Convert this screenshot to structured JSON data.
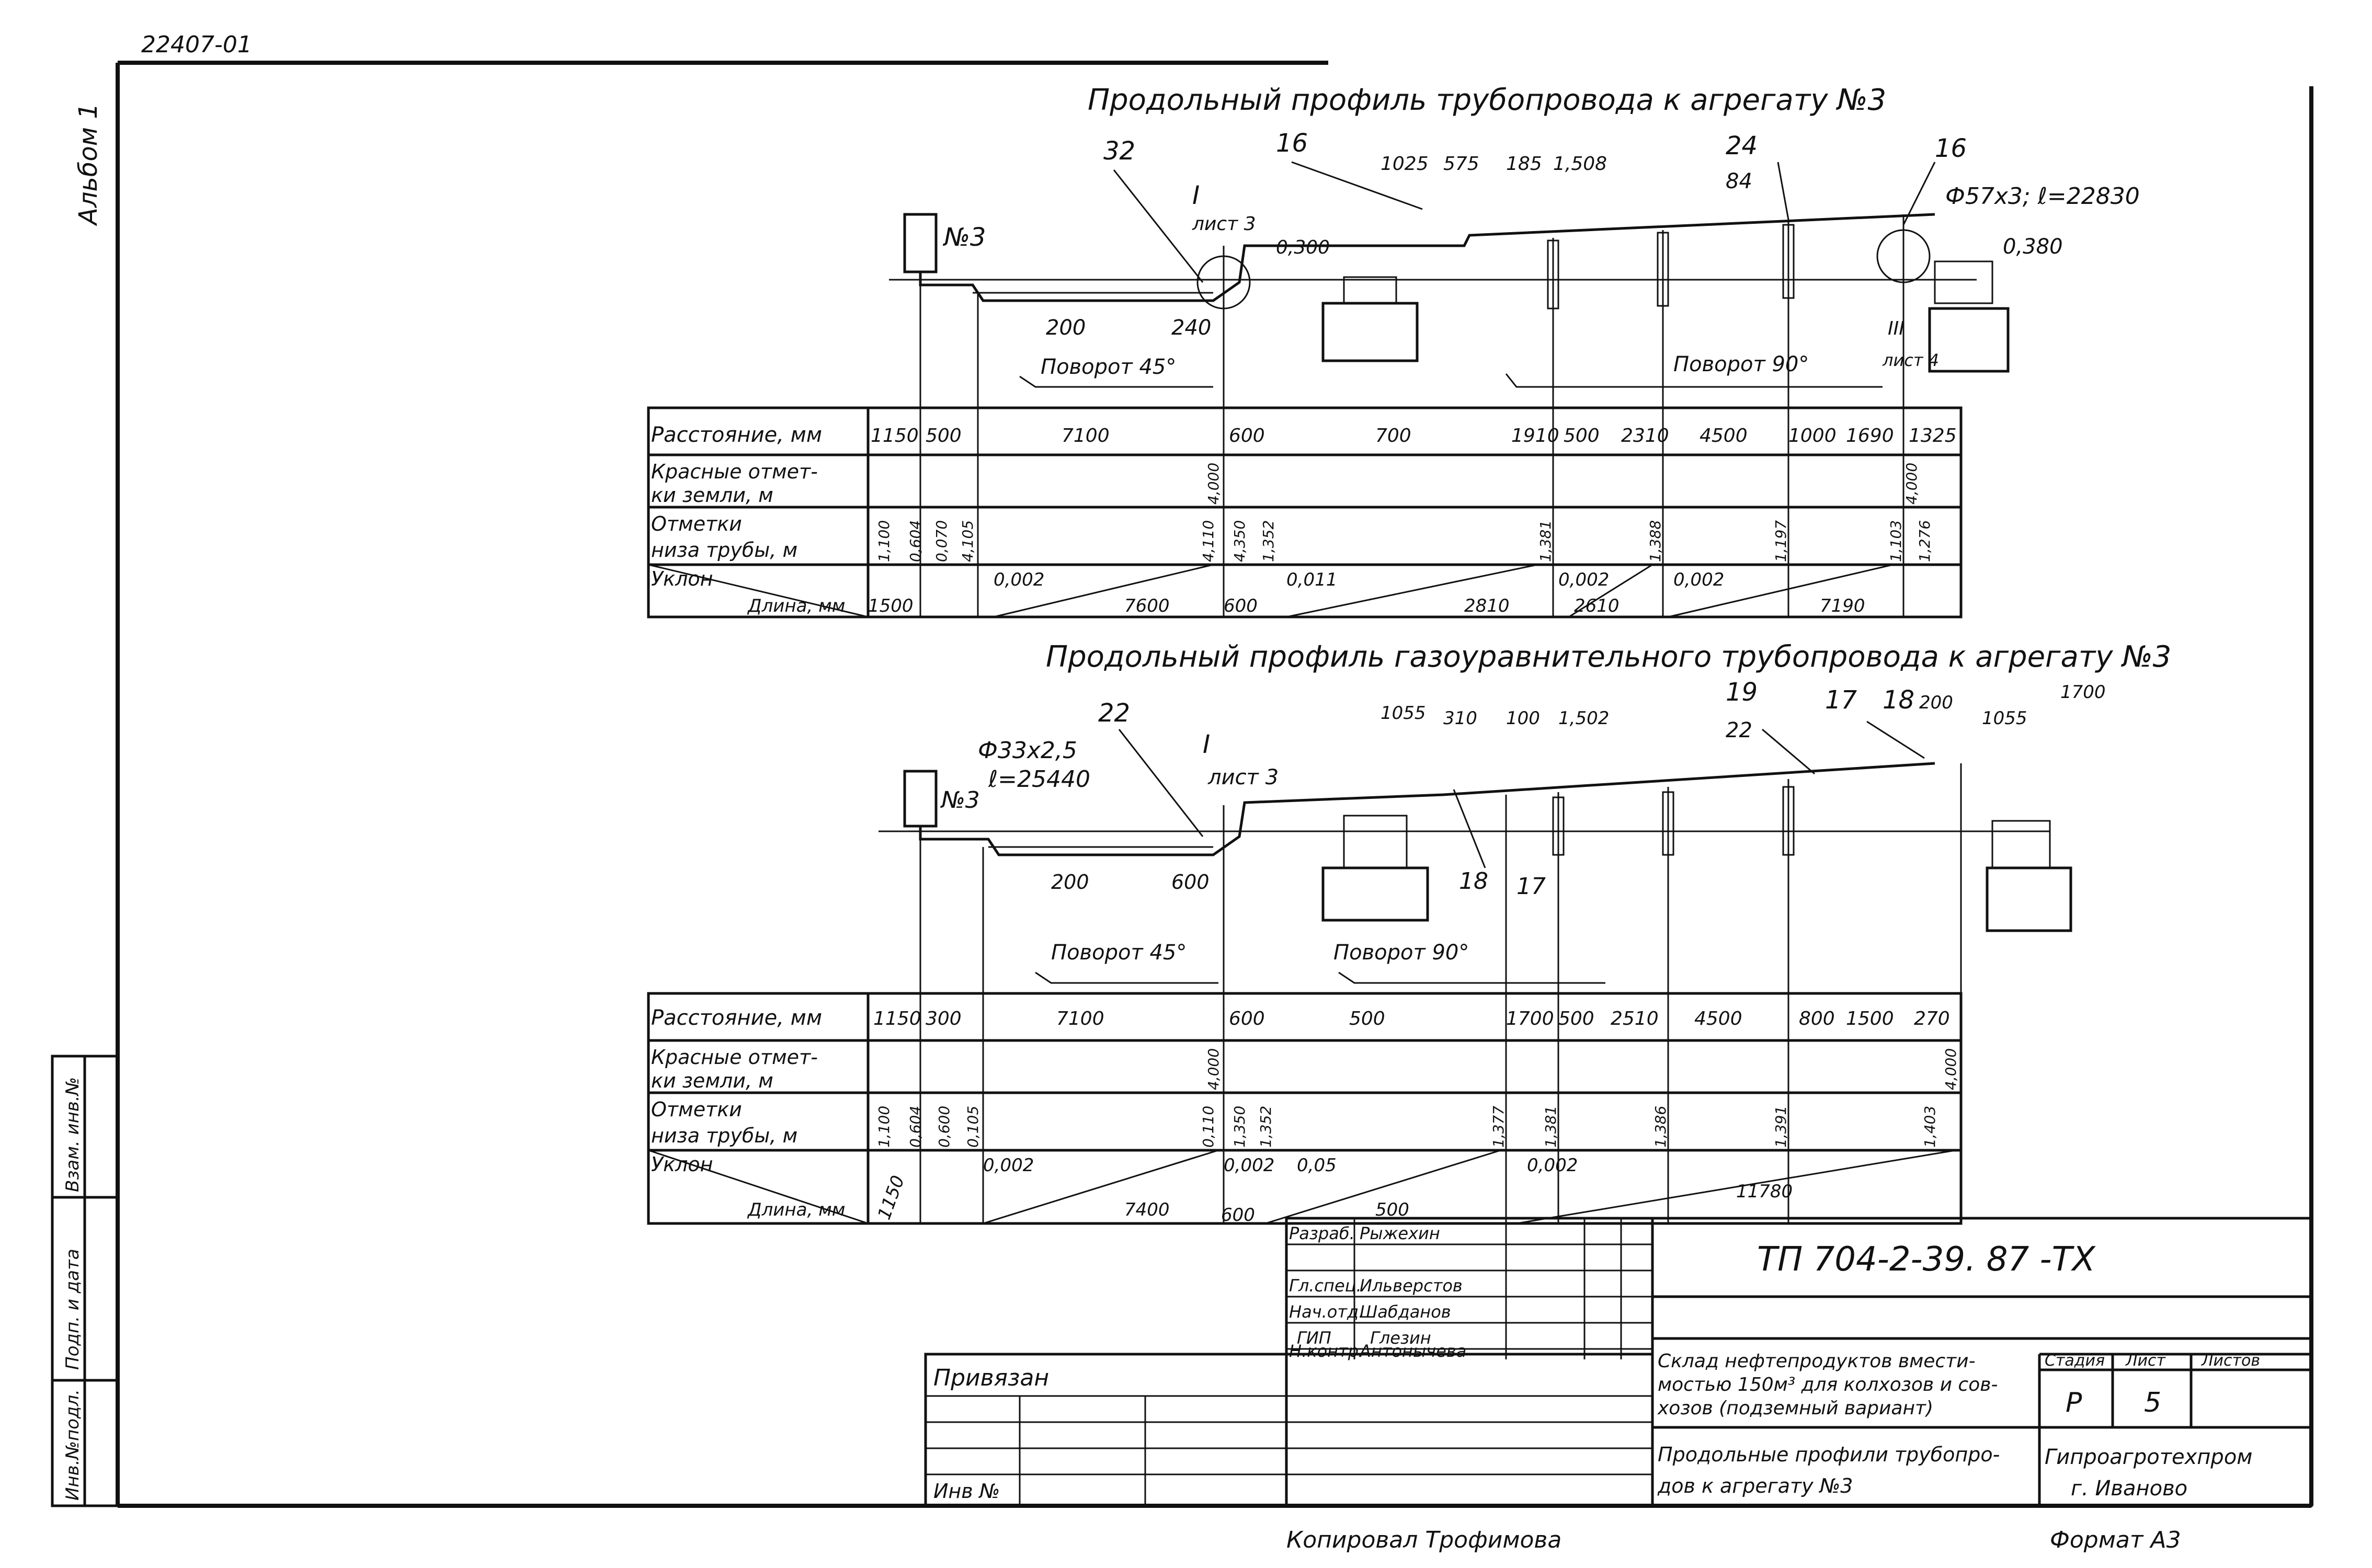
{
  "doc_code": "22407-01",
  "album_label": "Альбом 1",
  "profile1": {
    "title": "Продольный профиль трубопровода к агрегату №3",
    "unit_label": "№3",
    "callouts": [
      "32",
      "16",
      "24",
      "84",
      "16",
      "I",
      "лист 3",
      "III",
      "лист 4"
    ],
    "dims": [
      "1025",
      "575",
      "185",
      "1,508",
      "0,300",
      "200",
      "240",
      "0,380"
    ],
    "pipe_spec": "Ф57х3; ℓ=22830",
    "turn_labels": [
      "Поворот 45°",
      "Поворот 90°"
    ],
    "rows": {
      "distance_label": "Расстояние, мм",
      "distance": [
        "1150",
        "500",
        "7100",
        "600",
        "700",
        "1910",
        "500",
        "2310",
        "4500",
        "1000",
        "1690",
        "1325"
      ],
      "red_marks_label_1": "Красные отмет-",
      "red_marks_label_2": "ки земли, м",
      "red_marks": [
        "4,000",
        "4,000"
      ],
      "pipe_marks_label_1": "Отметки",
      "pipe_marks_label_2": "низа трубы, м",
      "pipe_marks": [
        "1,100",
        "0,604",
        "0,070",
        "4,105",
        "4,110",
        "4,350",
        "1,352",
        "1,381",
        "1,388",
        "1,197",
        "1,103",
        "1,276"
      ],
      "slope_label": "Уклон",
      "length_label": "Длина, мм",
      "slopes": [
        "0,002",
        "0,011",
        "0,002",
        "0,002"
      ],
      "lengths": [
        "1500",
        "7600",
        "600",
        "2810",
        "2610",
        "7190"
      ]
    }
  },
  "profile2": {
    "title": "Продольный профиль газоуравнительного трубопровода к агрегату №3",
    "unit_label": "№3",
    "callouts": [
      "22",
      "I",
      "лист 3",
      "19",
      "22",
      "17",
      "18",
      "18",
      "17"
    ],
    "pipe_spec_1": "Ф33х2,5",
    "pipe_spec_2": "ℓ=25440",
    "dims": [
      "1055",
      "310",
      "100",
      "1,502",
      "200",
      "1055",
      "1700",
      "200",
      "600"
    ],
    "turn_labels": [
      "Поворот 45°",
      "Поворот 90°"
    ],
    "rows": {
      "distance_label": "Расстояние, мм",
      "distance": [
        "1150",
        "300",
        "7100",
        "600",
        "500",
        "1700",
        "500",
        "2510",
        "4500",
        "800",
        "1500",
        "270"
      ],
      "red_marks_label_1": "Красные отмет-",
      "red_marks_label_2": "ки земли, м",
      "red_marks": [
        "4,000",
        "4,000"
      ],
      "pipe_marks_label_1": "Отметки",
      "pipe_marks_label_2": "низа трубы, м",
      "pipe_marks": [
        "1,100",
        "0,604",
        "0,600",
        "0,105",
        "0,110",
        "1,350",
        "1,352",
        "1,377",
        "1,381",
        "1,386",
        "1,391",
        "1,403"
      ],
      "slope_label": "Уклон",
      "length_label": "Длина, мм",
      "slopes": [
        "0,002",
        "0,002",
        "0,05",
        "0,002"
      ],
      "lengths": [
        "1150",
        "7400",
        "600",
        "500",
        "11780"
      ]
    }
  },
  "stamp": {
    "code": "ТП 704-2-39. 87 -ТХ",
    "roles": [
      "Разраб.",
      "Гл.спец.",
      "Нач.отд.",
      "ГИП",
      "Н.контр."
    ],
    "names": [
      "Рыжехин",
      "Ильверстов",
      "Шабданов",
      "Глезин",
      "Антонычева"
    ],
    "linked_label": "Привязан",
    "inv_label": "Инв №",
    "project_1": "Склад нефтепродуктов вмести-",
    "project_2": "мостью 150м³ для колхозов и сов-",
    "project_3": "хозов (подземный вариант)",
    "sheet_title_1": "Продольные профили трубопро-",
    "sheet_title_2": "дов к агрегату №3",
    "stage_label": "Стадия",
    "sheet_label": "Лист",
    "sheets_label": "Листов",
    "stage_value": "Р",
    "sheet_value": "5",
    "org_1": "Гипроагротехпром",
    "org_2": "г. Иваново"
  },
  "left_stamp": [
    "Инв.№подл.",
    "Подп. и дата",
    "Взам. инв.№"
  ],
  "footer_copied": "Копировал Трофимова",
  "footer_format": "Формат А3"
}
